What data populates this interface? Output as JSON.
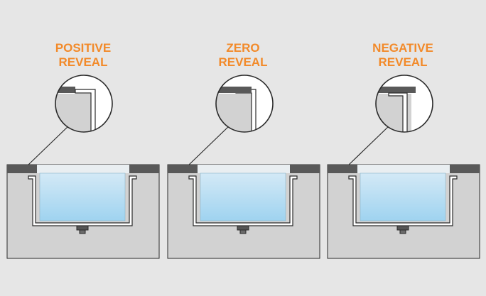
{
  "panels": [
    {
      "label_line1": "POSITIVE",
      "label_line2": "REVEAL",
      "reveal": "positive"
    },
    {
      "label_line1": "ZERO",
      "label_line2": "REVEAL",
      "reveal": "zero"
    },
    {
      "label_line1": "NEGATIVE",
      "label_line2": "REVEAL",
      "reveal": "negative"
    }
  ],
  "colors": {
    "background": "#e6e6e6",
    "counter": "#d2d2d2",
    "countertop_edge": "#595959",
    "water_top": "#d3e9f6",
    "water_bottom": "#9fd3f0",
    "sink_wall": "#ffffff",
    "outline": "#2b2b2b",
    "label": "#f28a2a"
  }
}
